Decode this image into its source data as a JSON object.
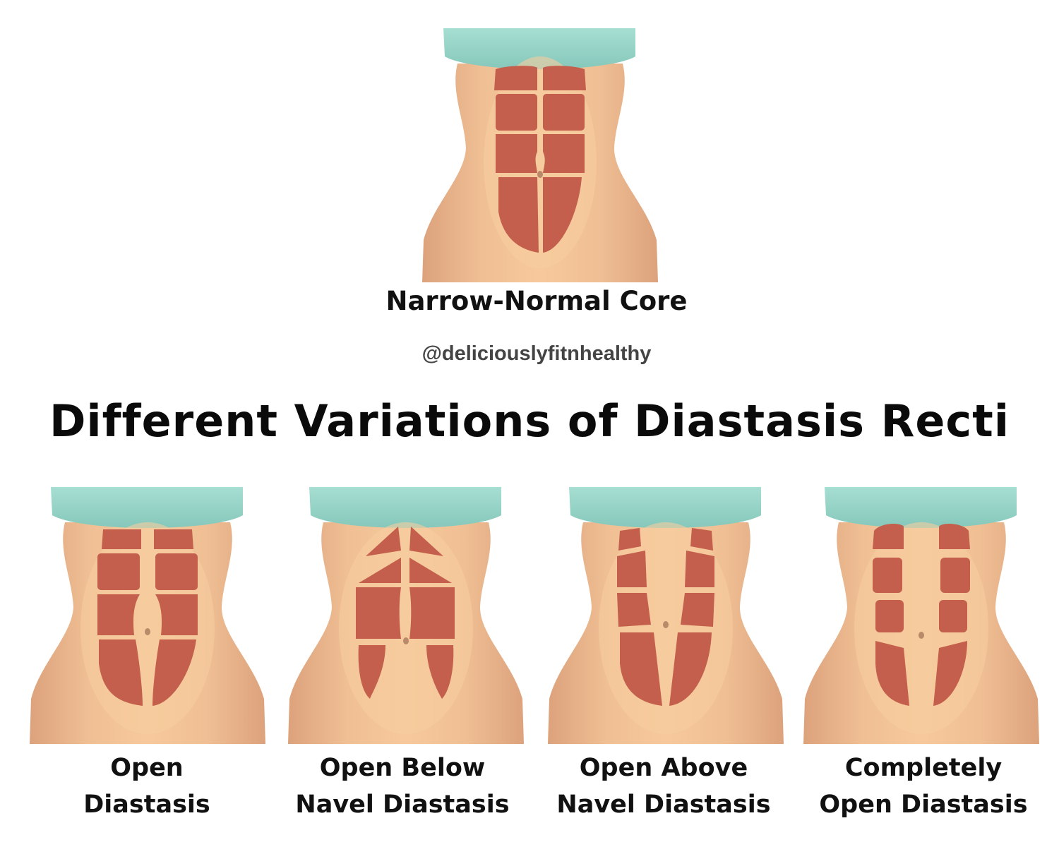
{
  "title": "Different Variations of Diastasis Recti",
  "handle": "@deliciouslyfitnhealthy",
  "top_core": {
    "label": "Narrow-Normal Core"
  },
  "variations": [
    {
      "line1": "Open",
      "line2": "Diastasis"
    },
    {
      "line1": "Open Below",
      "line2": "Navel Diastasis"
    },
    {
      "line1": "Open Above",
      "line2": "Navel Diastasis"
    },
    {
      "line1": "Completely",
      "line2": "Open Diastasis"
    }
  ],
  "colors": {
    "skin": "#edb98f",
    "skin_light": "#f8cf9f",
    "muscle": "#c35f4c",
    "waistband": "#9cd8cc",
    "text": "#111111"
  }
}
